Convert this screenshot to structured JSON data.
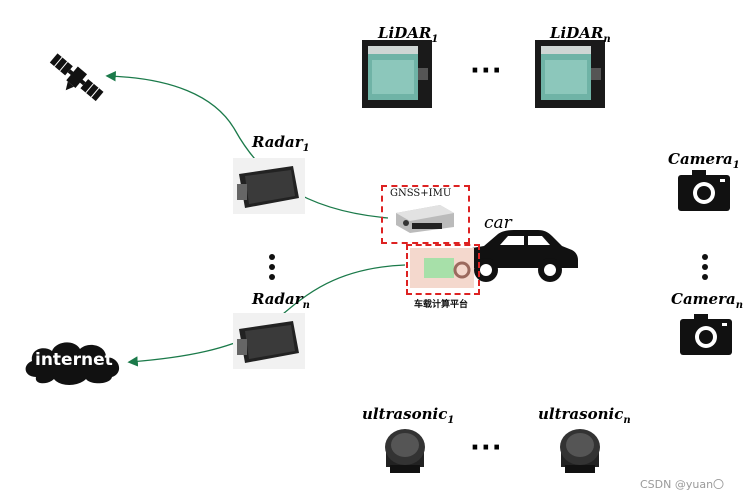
{
  "nodes": {
    "lidar": {
      "base": "LiDAR",
      "sub_first": "1",
      "sub_last": "n"
    },
    "radar": {
      "base": "Radar",
      "sub_first": "1",
      "sub_last": "n"
    },
    "camera": {
      "base": "Camera",
      "sub_first": "1",
      "sub_last": "n"
    },
    "ultrasonic": {
      "base": "ultrasonic",
      "sub_first": "1",
      "sub_last": "n"
    },
    "gnss": "GNSS+IMU",
    "car": "car",
    "platform": "车载计算平台",
    "internet": "internet"
  },
  "ellipsis": "···",
  "watermark": "CSDN @yuan〇",
  "colors": {
    "arrow": "#1b7a4a",
    "dashed_box": "#dd2222"
  }
}
